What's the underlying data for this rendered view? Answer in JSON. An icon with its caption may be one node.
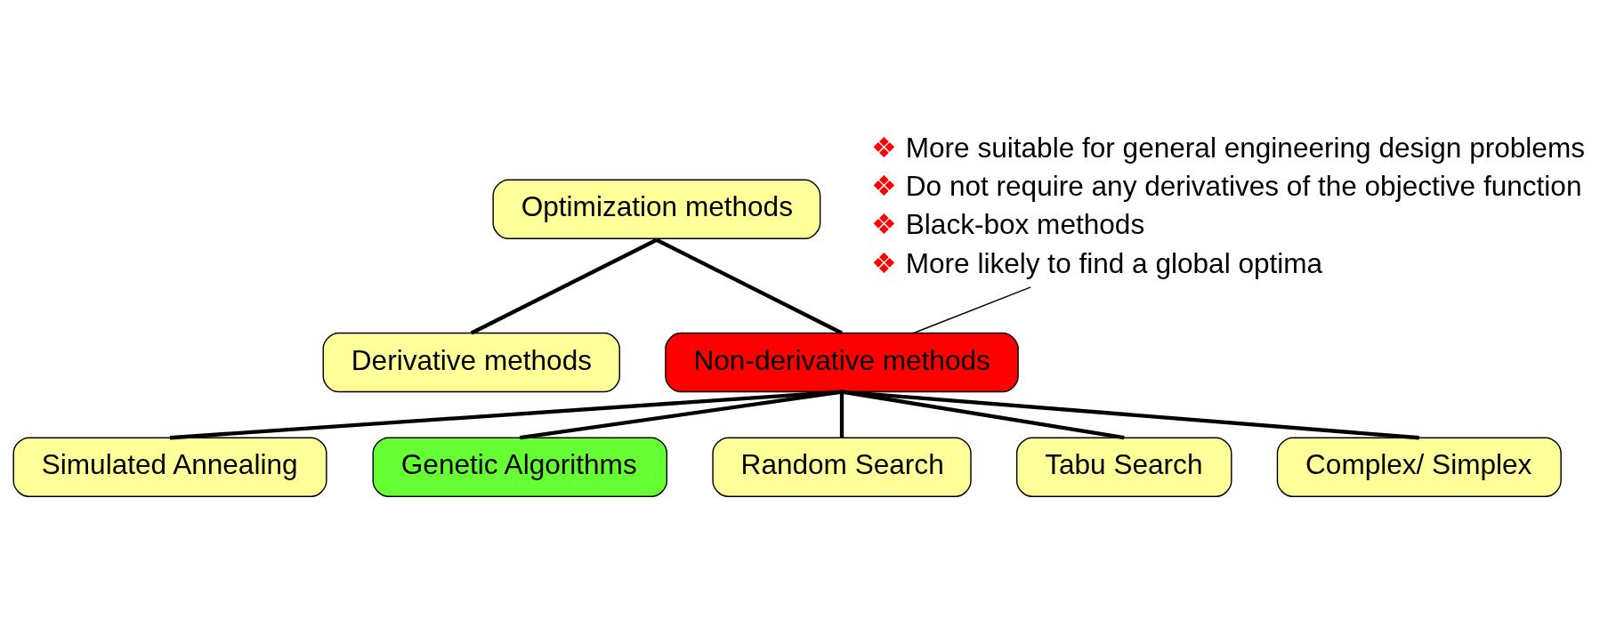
{
  "diagram": {
    "nodes": [
      {
        "text": [
          "Optimization methods"
        ]
      },
      {
        "text": [
          "Derivative methods"
        ]
      },
      {
        "text": [
          "Non-derivative methods"
        ]
      },
      {
        "text": [
          "Simulated Annealing"
        ]
      },
      {
        "text": [
          "Genetic Algorithms"
        ]
      },
      {
        "text": [
          "Random Search"
        ]
      },
      {
        "text": [
          "Tabu Search"
        ]
      },
      {
        "text": [
          "Complex/ Simplex"
        ]
      },
      {
        "text": [
          "❖ More suitable for general engineering design problems",
          "❖ Do not require any derivatives of the objective function",
          "❖ Black-box methods",
          "❖ More likely to find a global optima"
        ]
      }
    ],
    "edges": [
      {
        "from": 0,
        "to": 1,
        "arrow": "none"
      },
      {
        "from": 0,
        "to": 2,
        "arrow": "none"
      },
      {
        "from": 2,
        "to": 3,
        "arrow": "none"
      },
      {
        "from": 2,
        "to": 4,
        "arrow": "none"
      },
      {
        "from": 2,
        "to": 5,
        "arrow": "none"
      },
      {
        "from": 2,
        "to": 6,
        "arrow": "none"
      },
      {
        "from": 2,
        "to": 7,
        "arrow": "none"
      },
      {
        "from": 2,
        "to": 8,
        "arrow": "none"
      }
    ]
  }
}
